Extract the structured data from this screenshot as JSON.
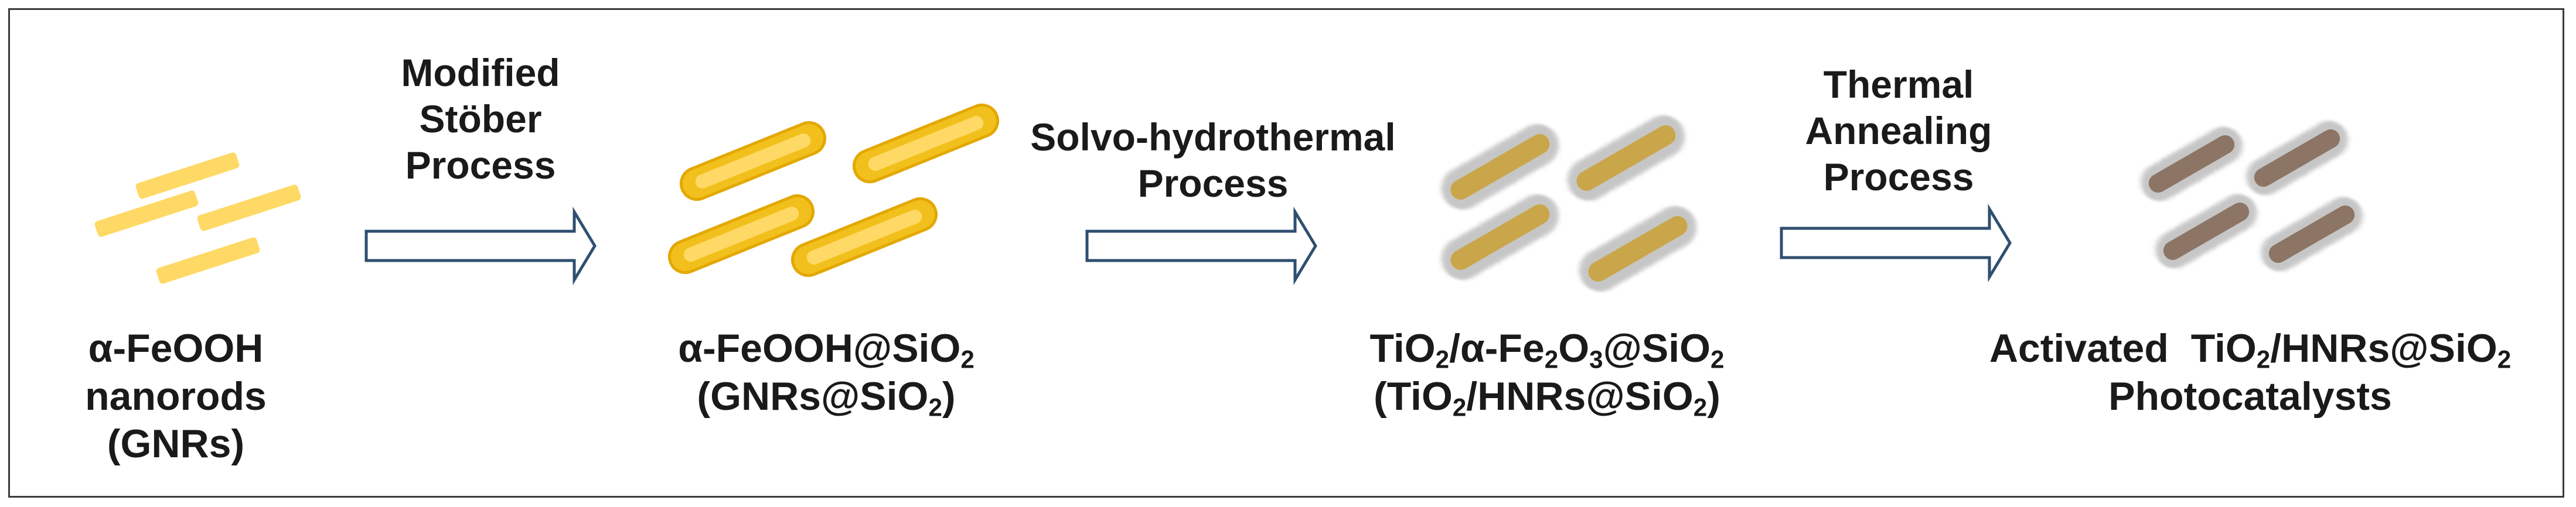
{
  "stages": [
    {
      "line1": "α-FeOOH",
      "line2": "nanorods",
      "line3": "(GNRs)"
    },
    {
      "line1": {
        "a": "α-FeOOH@SiO",
        "sub1": "2"
      },
      "line2": {
        "a": "(GNRs@SiO",
        "sub1": "2",
        "b": ")"
      }
    },
    {
      "line1": {
        "a": "TiO",
        "sub1": "2",
        "b": "/α-Fe",
        "sub2": "2",
        "c": "O",
        "sub3": "3",
        "d": "@SiO",
        "sub4": "2"
      },
      "line2": {
        "a": "(TiO",
        "sub1": "2",
        "b": "/HNRs@SiO",
        "sub2": "2",
        "c": ")"
      }
    },
    {
      "line1": {
        "a": "Activated  TiO",
        "sub1": "2",
        "b": "/HNRs@SiO",
        "sub2": "2"
      },
      "line2": "Photocatalysts"
    }
  ],
  "steps": [
    {
      "lines": [
        "Modified",
        "Stöber",
        "Process"
      ]
    },
    {
      "lines": [
        "Solvo-hydrothermal",
        "Process"
      ]
    },
    {
      "lines": [
        "Thermal",
        "Annealing",
        "Process"
      ]
    }
  ],
  "colors": {
    "frame": "#3a3a3a",
    "goethite_rod": "#ffd966",
    "silica_shell_fill": "#f2c01c",
    "silica_shell_stroke": "#e3a800",
    "tio2_coating": "#c9a64a",
    "hematite_rod": "#8c7565",
    "fuzz": "#b7b7b7",
    "arrow_fill": "#ffffff",
    "arrow_stroke": "#2f4f6f"
  },
  "icons": [
    "process-arrow-icon"
  ]
}
